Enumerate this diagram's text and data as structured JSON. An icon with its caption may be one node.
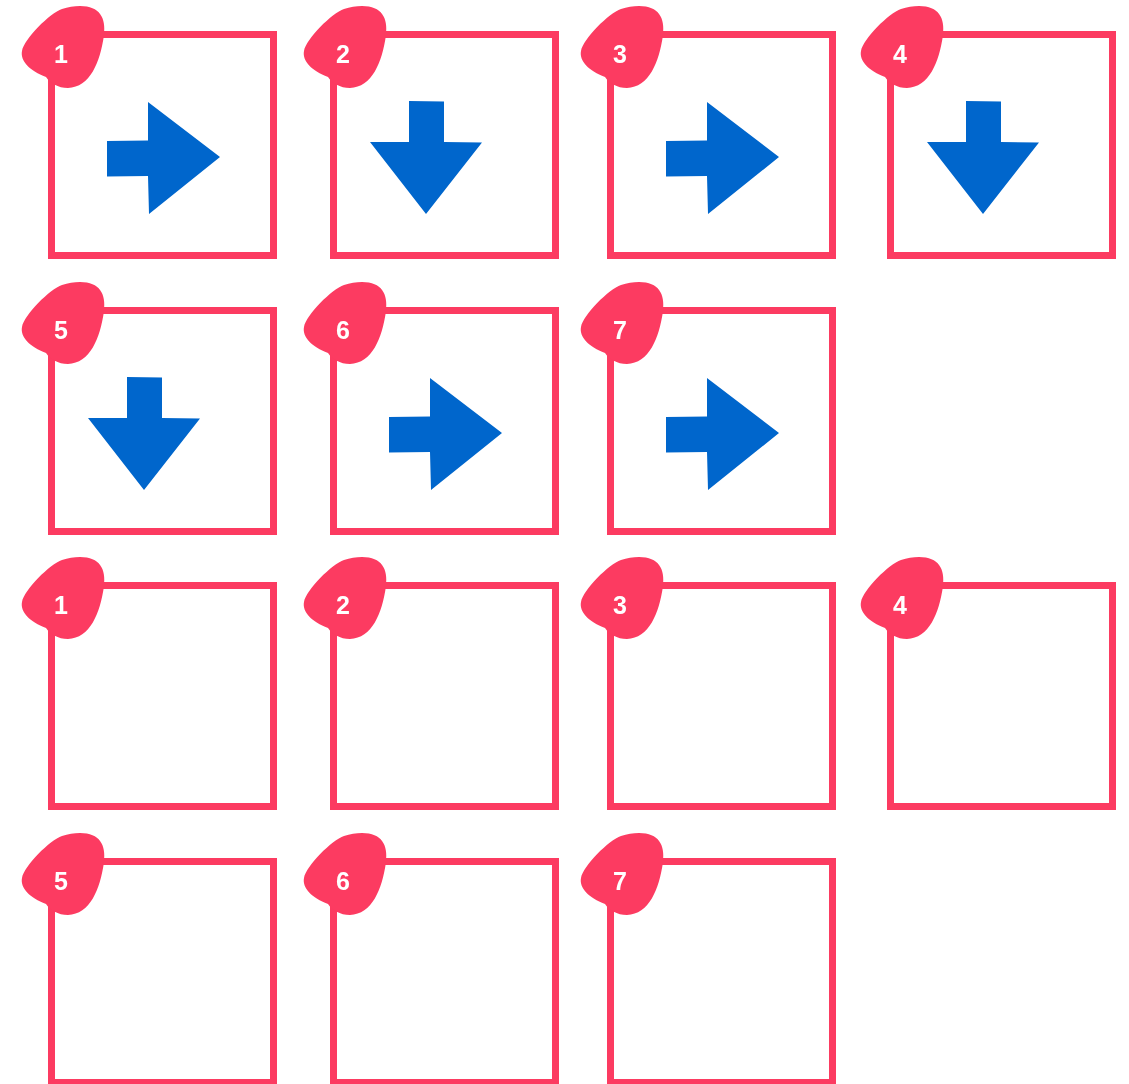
{
  "diagram": {
    "nodes": [
      {
        "text": [
          "1"
        ]
      },
      {
        "text": [
          "2"
        ]
      },
      {
        "text": [
          "3"
        ]
      },
      {
        "text": [
          "4"
        ]
      },
      {
        "text": [
          "5"
        ]
      },
      {
        "text": [
          "6"
        ]
      },
      {
        "text": [
          "7"
        ]
      },
      {
        "text": [
          "1"
        ]
      },
      {
        "text": [
          "2"
        ]
      },
      {
        "text": [
          "3"
        ]
      },
      {
        "text": [
          "4"
        ]
      },
      {
        "text": [
          "5"
        ]
      },
      {
        "text": [
          "6"
        ]
      },
      {
        "text": [
          "7"
        ]
      }
    ]
  }
}
